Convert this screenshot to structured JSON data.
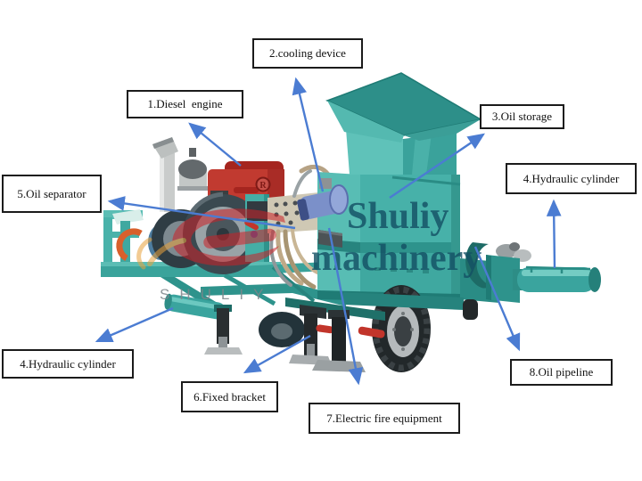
{
  "figure": {
    "description": "Annotated diagram of a teal baler/press machine with numbered part labels",
    "background": "#ffffff"
  },
  "labels": [
    {
      "id": "1",
      "text": "1.Diesel  engine"
    },
    {
      "id": "2",
      "text": "2.cooling device"
    },
    {
      "id": "3",
      "text": "3.Oil storage"
    },
    {
      "id": "4r",
      "text": "4.Hydraulic cylinder"
    },
    {
      "id": "5",
      "text": "5.Oil separator"
    },
    {
      "id": "4bl",
      "text": "4.Hydraulic cylinder"
    },
    {
      "id": "6",
      "text": "6.Fixed bracket"
    },
    {
      "id": "7",
      "text": "7.Electric fire equipment"
    },
    {
      "id": "8",
      "text": "8.Oil pipeline"
    }
  ],
  "watermarks": {
    "brand_script_line1": "Shuliy",
    "brand_script_line2": "machinery",
    "brand_caps": "SHULIY",
    "registered": "R"
  },
  "colors": {
    "machine_teal": "#47b1a9",
    "machine_teal_dark": "#2e938c",
    "engine_red": "#c13a30",
    "arrow_blue": "#4b7cd2",
    "watermark_teal": "#145064",
    "logo_red": "#cc2127"
  }
}
